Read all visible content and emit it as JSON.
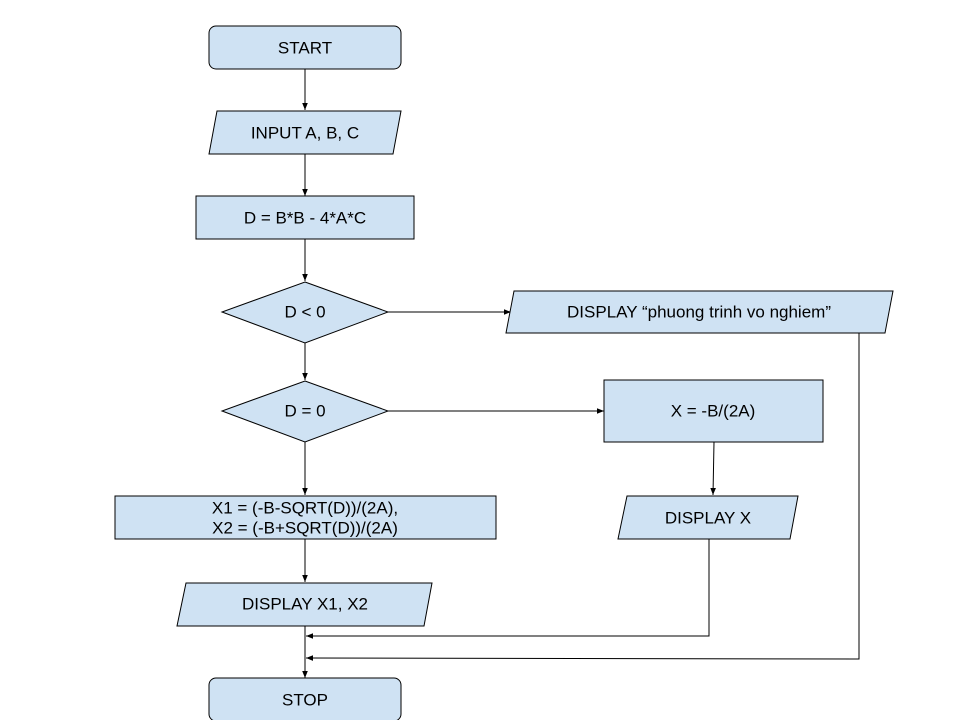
{
  "diagram": {
    "nodes": {
      "start": {
        "label": "START"
      },
      "input": {
        "label": "INPUT A, B, C"
      },
      "compute_d": {
        "label": "D = B*B - 4*A*C"
      },
      "check_negative": {
        "label": "D < 0"
      },
      "no_solution": {
        "label": "DISPLAY “phuong trinh vo nghiem”"
      },
      "check_zero": {
        "label": "D = 0"
      },
      "single_root": {
        "label": "X = -B/(2A)"
      },
      "display_x": {
        "label": "DISPLAY X"
      },
      "two_roots": {
        "line1": "X1 = (-B-SQRT(D))/(2A),",
        "line2": "X2 = (-B+SQRT(D))/(2A)"
      },
      "display_x1x2": {
        "label": "DISPLAY X1, X2"
      },
      "stop": {
        "label": "STOP"
      }
    },
    "colors": {
      "fill": "#cfe2f3",
      "stroke": "#000000",
      "text": "#000000"
    }
  }
}
